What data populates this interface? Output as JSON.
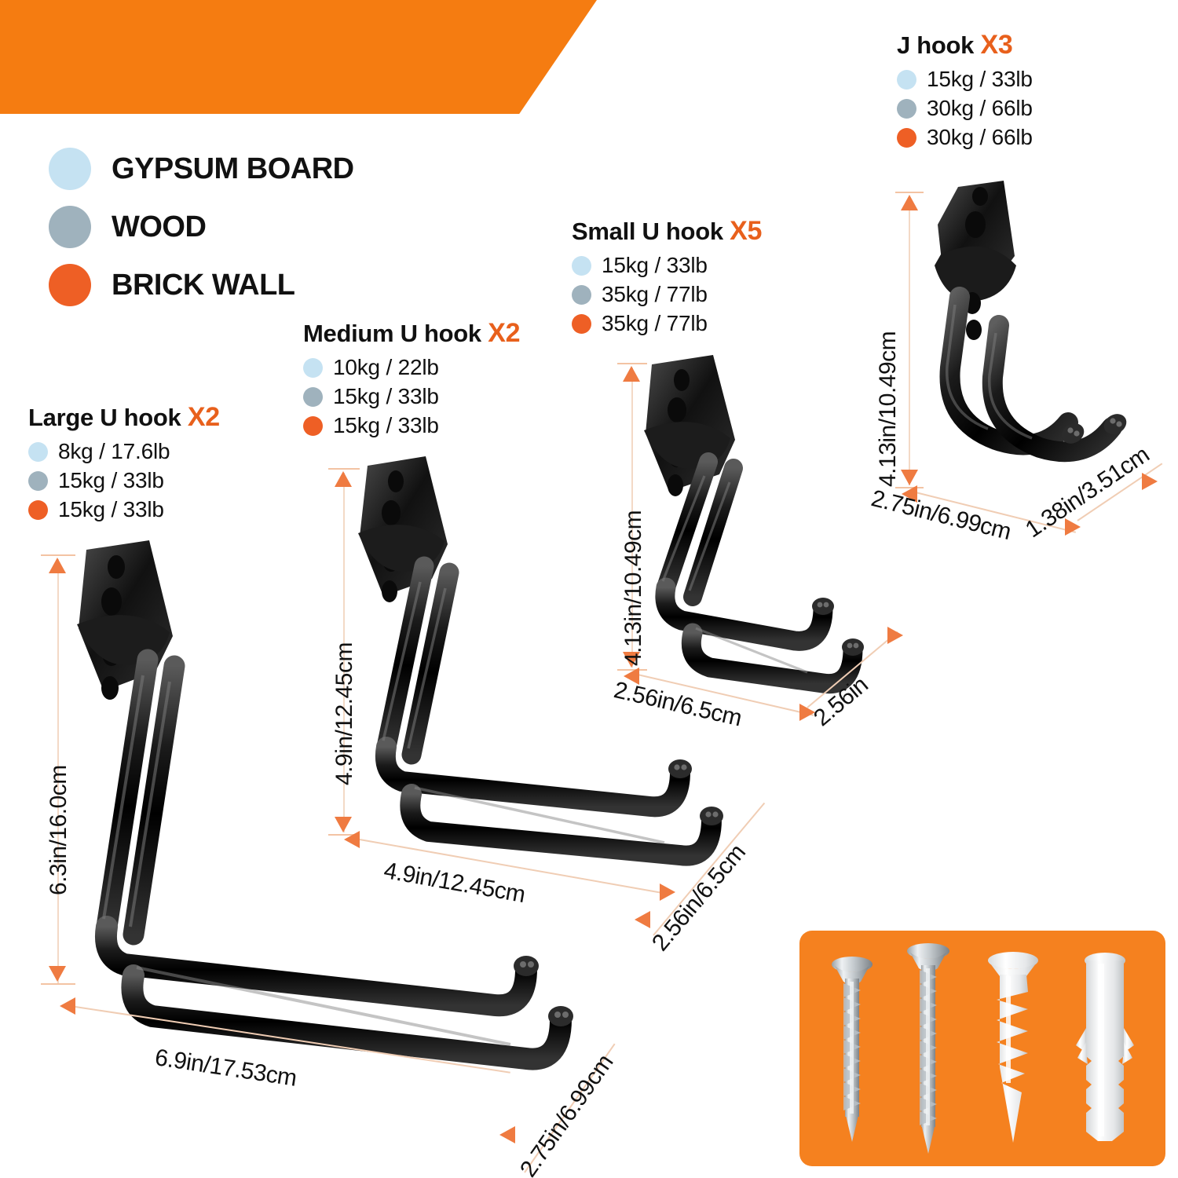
{
  "banner": {
    "color": "#f57c11"
  },
  "legend": {
    "name": "wall-type-legend",
    "items": [
      {
        "label": "GYPSUM BOARD",
        "color": "#c5e2f2"
      },
      {
        "label": "WOOD",
        "color": "#9fb2bd"
      },
      {
        "label": "BRICK WALL",
        "color": "#ee5f25"
      }
    ]
  },
  "colors": {
    "gypsum": "#c5e2f2",
    "wood": "#9fb2bd",
    "brick": "#ee5f25",
    "orange_accent": "#e8601c",
    "banner_orange": "#f57c11",
    "hardware_orange": "#f5811f",
    "dim_line": "#f3d9c6",
    "arrow": "#ef7b41",
    "text": "#111111"
  },
  "hooks": [
    {
      "id": "large-u-hook",
      "title": "Large U hook",
      "qty": "X2",
      "capacities": [
        {
          "label": "8kg / 17.6lb",
          "color": "#c5e2f2"
        },
        {
          "label": "15kg / 33lb",
          "color": "#9fb2bd"
        },
        {
          "label": "15kg / 33lb",
          "color": "#ee5f25"
        }
      ],
      "dimensions": {
        "height": "6.3in/16.0cm",
        "length": "6.9in/17.53cm",
        "depth": "2.75in/6.99cm"
      }
    },
    {
      "id": "medium-u-hook",
      "title": "Medium U hook",
      "qty": "X2",
      "capacities": [
        {
          "label": "10kg / 22lb",
          "color": "#c5e2f2"
        },
        {
          "label": "15kg / 33lb",
          "color": "#9fb2bd"
        },
        {
          "label": "15kg / 33lb",
          "color": "#ee5f25"
        }
      ],
      "dimensions": {
        "height": "4.9in/12.45cm",
        "length": "4.9in/12.45cm",
        "depth": "2.56in/6.5cm"
      }
    },
    {
      "id": "small-u-hook",
      "title": "Small U hook",
      "qty": "X5",
      "capacities": [
        {
          "label": "15kg / 33lb",
          "color": "#c5e2f2"
        },
        {
          "label": "35kg / 77lb",
          "color": "#9fb2bd"
        },
        {
          "label": "35kg / 77lb",
          "color": "#ee5f25"
        }
      ],
      "dimensions": {
        "height": "4.13in/10.49cm",
        "length": "2.56in/6.5cm",
        "depth": "2.56in"
      }
    },
    {
      "id": "j-hook",
      "title": "J hook",
      "qty": "X3",
      "capacities": [
        {
          "label": "15kg / 33lb",
          "color": "#c5e2f2"
        },
        {
          "label": "30kg / 66lb",
          "color": "#9fb2bd"
        },
        {
          "label": "30kg / 66lb",
          "color": "#ee5f25"
        }
      ],
      "dimensions": {
        "height": "4.13in/10.49cm",
        "length": "2.75in/6.99cm",
        "depth": "1.38in/3.51cm"
      }
    }
  ],
  "hardware": {
    "name": "mounting-hardware-kit",
    "background": "#f5811f",
    "items": [
      {
        "name": "wood-screw-short",
        "type": "screw"
      },
      {
        "name": "wood-screw-long",
        "type": "screw"
      },
      {
        "name": "drywall-anchor-threaded",
        "type": "anchor-threaded"
      },
      {
        "name": "expansion-wall-plug",
        "type": "anchor-plug"
      }
    ]
  }
}
